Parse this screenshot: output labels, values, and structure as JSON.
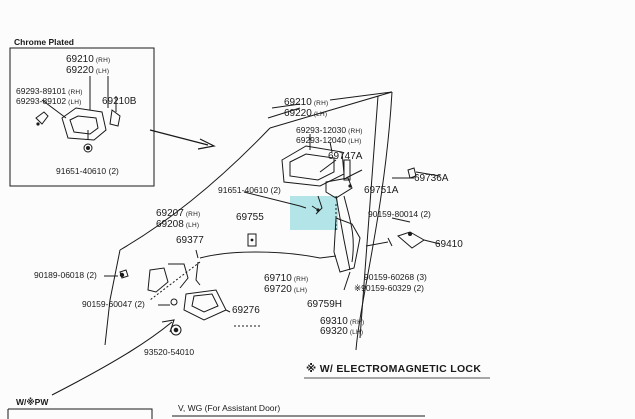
{
  "inset": {
    "title": "Chrome Plated",
    "part_rh": "69210",
    "part_rh_sfx": "(RH)",
    "part_lh": "69220",
    "part_lh_sfx": "(LH)",
    "screw_rh": "69293-89101",
    "screw_rh_sfx": "(RH)",
    "screw_lh": "69293-89102",
    "screw_lh_sfx": "(LH)",
    "rod": "69210B",
    "clip": "91651-40610",
    "clip_qty": "(2)"
  },
  "main": {
    "handle_rh": "69210",
    "handle_rh_sfx": "(RH)",
    "handle_lh": "69220",
    "handle_lh_sfx": "(LH)",
    "screw_rh": "69293-12030",
    "screw_rh_sfx": "(RH)",
    "screw_lh": "69293-12040",
    "screw_lh_sfx": "(LH)",
    "p69747a": "69747A",
    "p69736a": "69736A",
    "p91651": "91651-40610",
    "p91651_qty": "(2)",
    "p69751a": "69751A",
    "p69207": "69207",
    "p69207_sfx": "(RH)",
    "p69208": "69208",
    "p69208_sfx": "(LH)",
    "p69755": "69755",
    "p90159_80014": "90159-80014",
    "p90159_80014_qty": "(2)",
    "p69377": "69377",
    "p69410": "69410",
    "p90189": "90189-06018",
    "p90189_qty": "(2)",
    "p69710": "69710",
    "p69710_sfx": "(RH)",
    "p69720": "69720",
    "p69720_sfx": "(LH)",
    "p90159_60268": "90159-60268",
    "p90159_60268_qty": "(3)",
    "p90159_60329": "90159-60329",
    "p90159_60329_qty": "(2)",
    "mark": "※",
    "p90159_60047": "90159-60047",
    "p90159_60047_qty": "(2)",
    "p69276": "69276",
    "p69759h": "69759H",
    "p69310": "69310",
    "p69310_sfx": "(RH)",
    "p69320": "69320",
    "p69320_sfx": "(LH)",
    "p93520": "93520-54010"
  },
  "notes": {
    "electromagnetic": "※ W/ ELECTROMAGNETIC LOCK",
    "pw": "W/※PW",
    "vwg": "V, WG (For Assistant Door)"
  },
  "colors": {
    "ink": "#1a1a1a",
    "highlight": "#a6e0e4",
    "paper": "#fcfcfc"
  }
}
